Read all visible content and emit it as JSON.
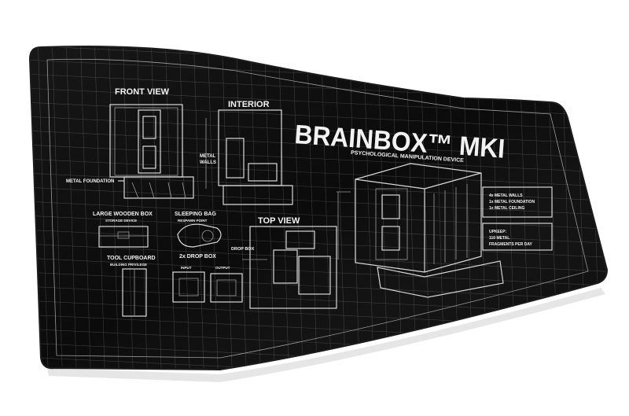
{
  "product": {
    "title": "BRAINBOX™ MKI",
    "subtitle": "PSYCHOLOGICAL MANIPULATION DEVICE"
  },
  "labels": {
    "front_view": "FRONT VIEW",
    "interior": "INTERIOR",
    "top_view": "TOP VIEW",
    "metal_walls_1": "METAL",
    "metal_walls_2": "WALLS",
    "metal_foundation": "METAL FOUNDATION",
    "large_wooden_box": "LARGE WOODEN BOX",
    "storage_device": "STORAGE DEVICE",
    "sleeping_bag": "SLEEPING BAG",
    "respawn_point": "RESPAWN POINT",
    "tool_cupboard": "TOOL CUPBOARD",
    "building_privilege": "BUILDING PRIVILEGE",
    "drop_box_count": "2x DROP BOX",
    "input": "INPUT",
    "output": "OUTPUT",
    "drop_box": "DROP BOX"
  },
  "specs": {
    "materials": [
      "4x METAL WALLS",
      "1x METAL FOUNDATION",
      "1x METAL CEILING"
    ],
    "upkeep": [
      "UPKEEP:",
      "110 METAL",
      "FRAGMENTS PER DAY"
    ]
  },
  "colors": {
    "mat": "#0b0b0b",
    "line": "#e6e6e6",
    "grid": "#3a3a3a",
    "background": "#ffffff"
  }
}
